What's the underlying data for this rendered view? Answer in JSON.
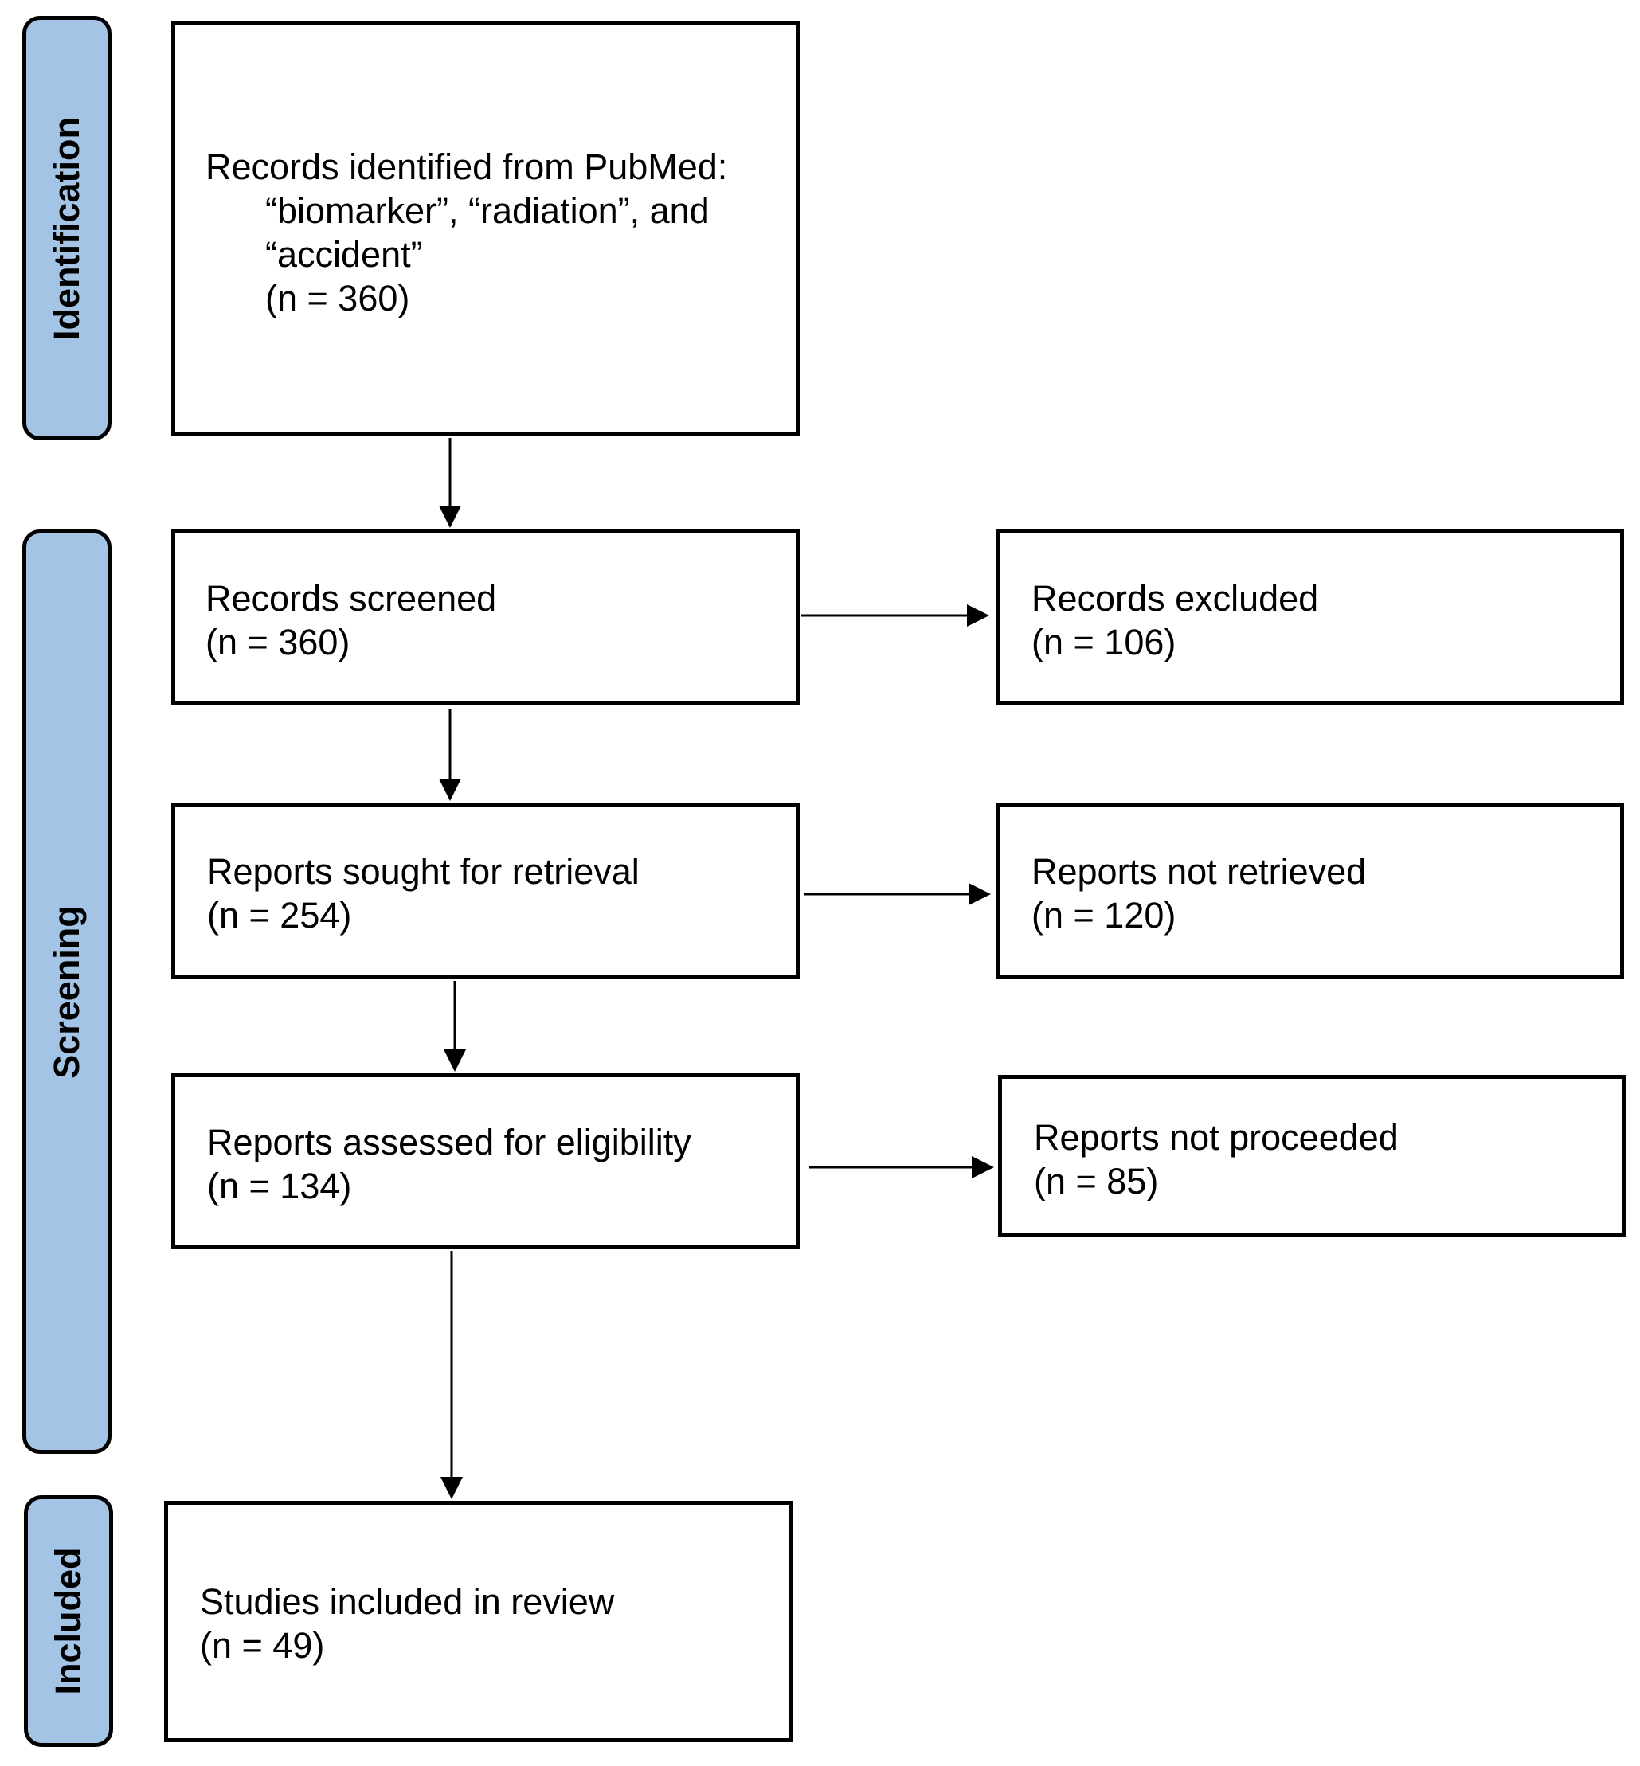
{
  "phases": {
    "identification": "Identification",
    "screening": "Screening",
    "included": "Included"
  },
  "boxes": {
    "identified": {
      "line1": "Records identified from PubMed:",
      "line2": "“biomarker”, “radiation”, and",
      "line3": "“accident”",
      "count": "(n = 360)"
    },
    "screened": {
      "label": "Records screened",
      "count": "(n = 360)"
    },
    "excluded": {
      "label": "Records excluded",
      "count": "(n = 106)"
    },
    "sought": {
      "label": "Reports sought for retrieval",
      "count": "(n = 254)"
    },
    "not_retrieved": {
      "label": "Reports not retrieved",
      "count": "(n = 120)"
    },
    "assessed": {
      "label": "Reports assessed for eligibility",
      "count": "(n = 134)"
    },
    "not_proceeded": {
      "label": "Reports not proceeded",
      "count": "(n = 85)"
    },
    "included": {
      "label": "Studies included in review",
      "count": "(n = 49)"
    }
  }
}
